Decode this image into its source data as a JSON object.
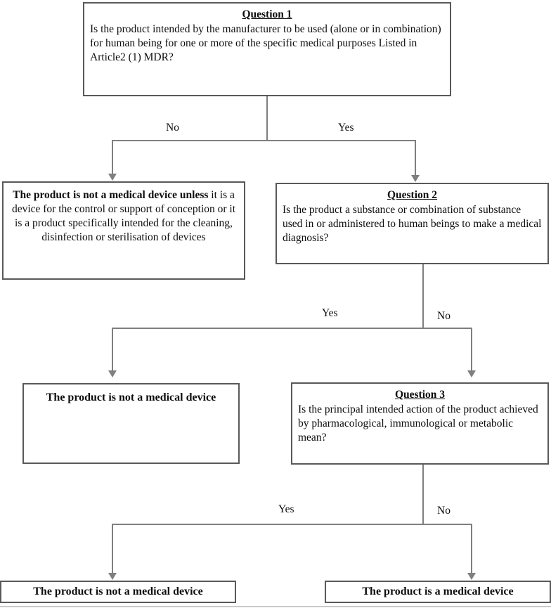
{
  "diagram": {
    "title": "Medical device qualification decision flowchart (MDR)",
    "colors": {
      "box_border": "#595959",
      "connector": "#7f7f7f",
      "text": "#0d0d0d",
      "background": "#ffffff"
    },
    "nodes": [
      {
        "id": "question1",
        "heading": "Question 1",
        "body": "Is the product intended by the manufacturer to be used (alone or in combination) for human being for one or more of the specific medical purposes Listed in Article2 (1) MDR?"
      },
      {
        "id": "not-device-unless",
        "lead": "The product is not a medical device unless",
        "body": "it is a device for the control or support of conception or it is a product specifically intended for the cleaning, disinfection or sterilisation of devices"
      },
      {
        "id": "question2",
        "heading": "Question 2",
        "body": "Is the product a substance or combination of substance used in or administered to human beings to make a medical diagnosis?"
      },
      {
        "id": "not-device-2",
        "body": "The product is not a medical device"
      },
      {
        "id": "question3",
        "heading": "Question 3",
        "body": "Is the principal intended action of the product achieved by pharmacological, immunological or metabolic mean?"
      },
      {
        "id": "not-device-3",
        "body": "The product is not a medical device"
      },
      {
        "id": "is-device",
        "body": "The product is a medical device"
      }
    ],
    "edges": [
      {
        "id": "q1-no",
        "label": "No",
        "from": "question1",
        "to": "not-device-unless"
      },
      {
        "id": "q1-yes",
        "label": "Yes",
        "from": "question1",
        "to": "question2"
      },
      {
        "id": "q2-yes",
        "label": "Yes",
        "from": "question2",
        "to": "not-device-2"
      },
      {
        "id": "q2-no",
        "label": "No",
        "from": "question2",
        "to": "question3"
      },
      {
        "id": "q3-yes",
        "label": "Yes",
        "from": "question3",
        "to": "not-device-3"
      },
      {
        "id": "q3-no",
        "label": "No",
        "from": "question3",
        "to": "is-device"
      }
    ]
  }
}
